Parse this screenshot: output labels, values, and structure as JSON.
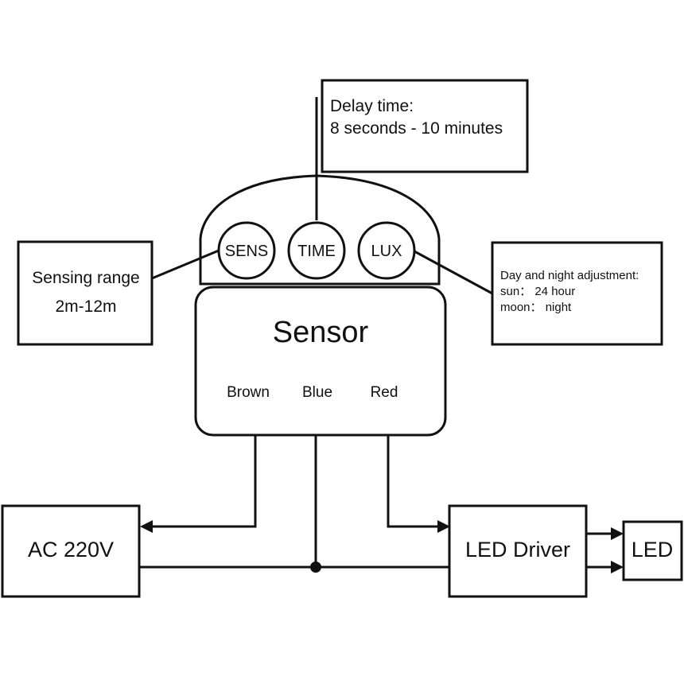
{
  "diagram": {
    "delay_box": {
      "line1": "Delay time:",
      "line2": "8 seconds -  10 minutes"
    },
    "knobs": {
      "sens": "SENS",
      "time": "TIME",
      "lux": "LUX"
    },
    "sensing_box": {
      "line1": "Sensing range",
      "line2": "2m-12m"
    },
    "daynight_box": {
      "line1": "Day and night adjustment:",
      "line2": "sun： 24 hour",
      "line3": "moon： night"
    },
    "sensor": {
      "title": "Sensor",
      "wires": [
        "Brown",
        "Blue",
        "Red"
      ]
    },
    "ac_box": {
      "label": "AC 220V"
    },
    "driver_box": {
      "label": "LED Driver"
    },
    "led_box": {
      "label": "LED"
    },
    "colors": {
      "line": "#111111",
      "background": "#ffffff"
    }
  }
}
